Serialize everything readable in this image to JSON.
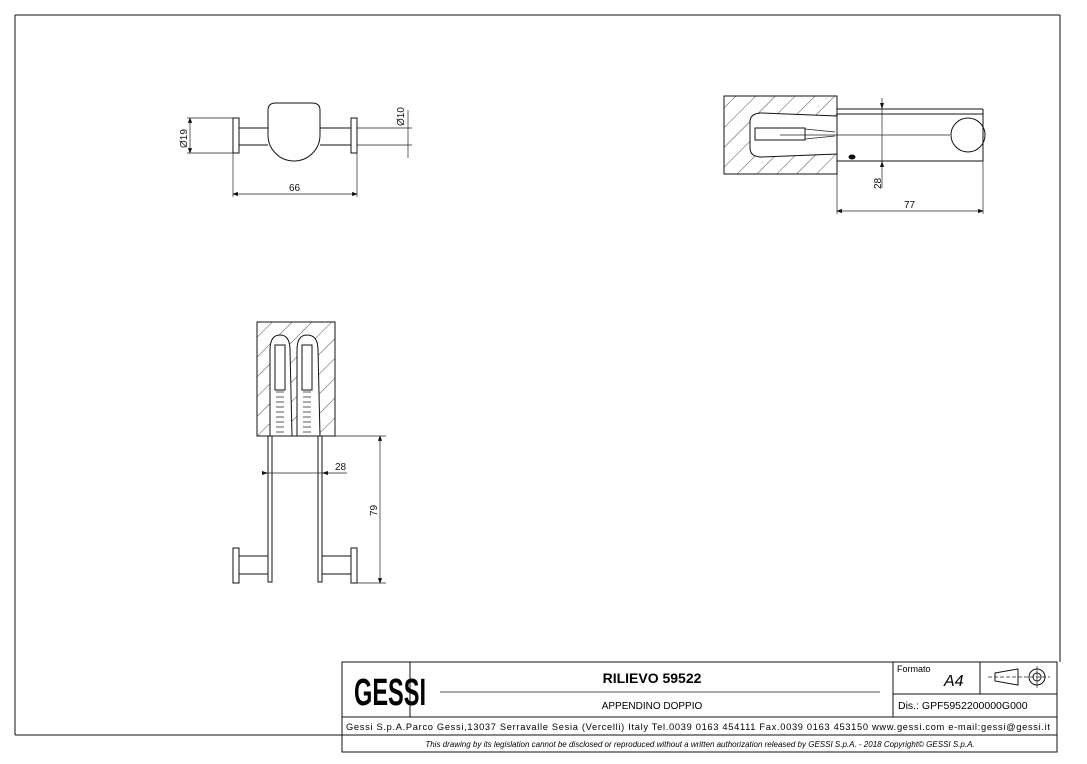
{
  "views": {
    "front": {
      "dia_large": "Ø19",
      "dia_small": "Ø10",
      "width": "66"
    },
    "side": {
      "depth": "77",
      "height": "28"
    },
    "top": {
      "width": "28",
      "depth": "79"
    }
  },
  "title_block": {
    "logo": "GESSI",
    "title": "RILIEVO 59522",
    "subtitle": "APPENDINO DOPPIO",
    "format_label": "Formato",
    "format_value": "A4",
    "drawing_number": "Dis.: GPF5952200000G000",
    "address": "Gessi S.p.A.Parco Gessi,13037 Serravalle Sesia (Vercelli) Italy Tel.0039 0163 454111 Fax.0039 0163 453150 www.gessi.com e-mail:gessi@gessi.it",
    "disclaimer": "This drawing by its legislation cannot be disclosed or reproduced without a written authorization released by GESSI S.p.A. - 2018 Copyright© GESSI S.p.A."
  }
}
